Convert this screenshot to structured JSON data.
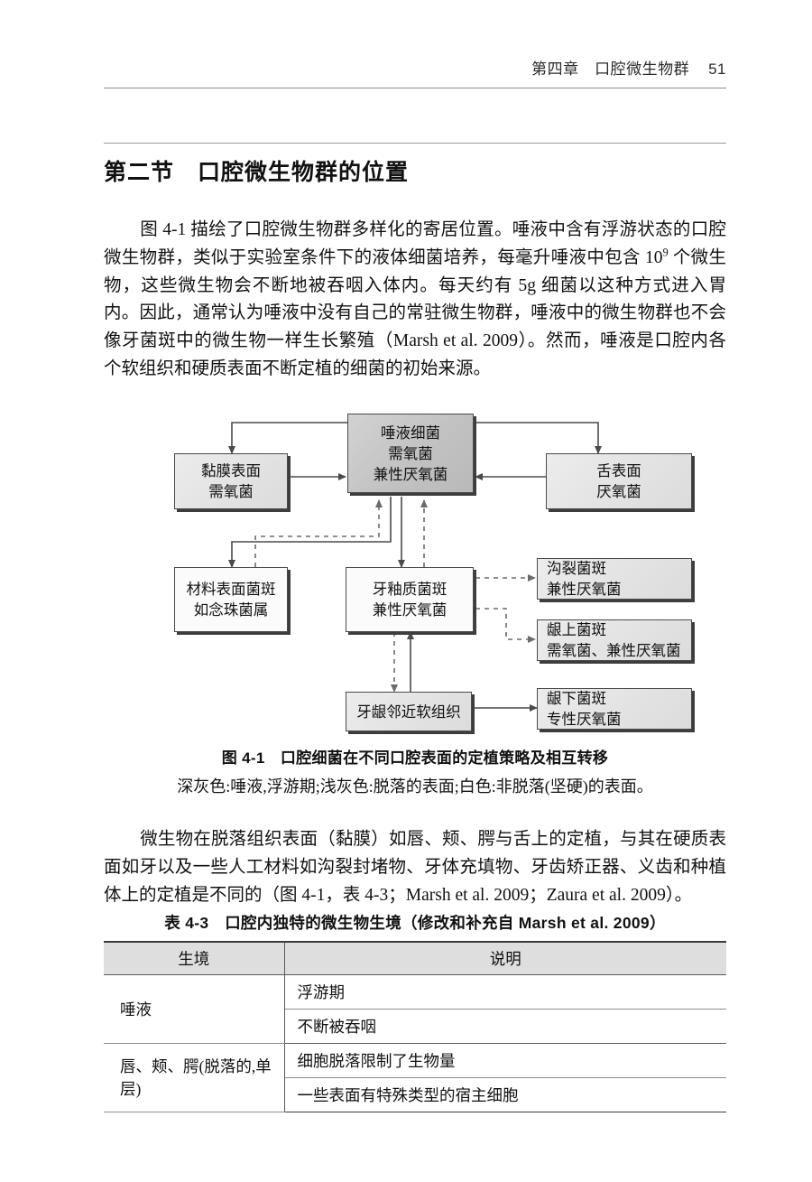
{
  "header": {
    "chapter": "第四章　口腔微生物群",
    "page_number": "51"
  },
  "section": {
    "title": "第二节　口腔微生物群的位置"
  },
  "paragraphs": {
    "p1_before_sup": "图 4-1 描绘了口腔微生物群多样化的寄居位置。唾液中含有浮游状态的口腔微生物群，类似于实验室条件下的液体细菌培养，每毫升唾液中包含 10",
    "p1_sup": "9",
    "p1_after_sup": " 个微生物，这些微生物会不断地被吞咽入体内。每天约有 5g 细菌以这种方式进入胃内。因此，通常认为唾液中没有自己的常驻微生物群，唾液中的微生物群也不会像牙菌斑中的微生物一样生长繁殖（Marsh et al. 2009）。然而，唾液是口腔内各个软组织和硬质表面不断定植的细菌的初始来源。",
    "p2": "微生物在脱落组织表面（黏膜）如唇、颊、腭与舌上的定植，与其在硬质表面如牙以及一些人工材料如沟裂封堵物、牙体充填物、牙齿矫正器、义齿和种植体上的定植是不同的（图 4-1，表 4-3；Marsh et al. 2009；Zaura et al. 2009）。"
  },
  "figure": {
    "caption_main": "图 4-1　口腔细菌在不同口腔表面的定植策略及相互转移",
    "caption_sub": "深灰色:唾液,浮游期;浅灰色:脱落的表面;白色:非脱落(坚硬)的表面。",
    "nodes": {
      "saliva": {
        "line1": "唾液细菌",
        "line2": "需氧菌",
        "line3": "兼性厌氧菌",
        "shade": "darkgray"
      },
      "mucosa": {
        "line1": "黏膜表面",
        "line2": "需氧菌",
        "shade": "lightgray"
      },
      "tongue": {
        "line1": "舌表面",
        "line2": "厌氧菌",
        "shade": "lightgray"
      },
      "material": {
        "line1": "材料表面菌斑",
        "line2": "如念珠菌属",
        "shade": "white"
      },
      "enamel": {
        "line1": "牙釉质菌斑",
        "line2": "兼性厌氧菌",
        "shade": "white"
      },
      "fissure": {
        "line1": "沟裂菌斑",
        "line2": "兼性厌氧菌",
        "shade": "lightgray"
      },
      "supragingival": {
        "line1": "龈上菌斑",
        "line2": "需氧菌、兼性厌氧菌",
        "shade": "lightgray"
      },
      "gingival_tissue": {
        "line1": "牙龈邻近软组织",
        "shade": "lightgray"
      },
      "subgingival": {
        "line1": "龈下菌斑",
        "line2": "专性厌氧菌",
        "shade": "lightgray"
      }
    }
  },
  "table": {
    "title": "表 4-3　口腔内独特的微生物生境（修改和补充自 Marsh et al. 2009）",
    "columns": [
      "生境",
      "说明"
    ],
    "rows": [
      {
        "habitat": "唾液",
        "descriptions": [
          "浮游期",
          "不断被吞咽"
        ]
      },
      {
        "habitat": "唇、颊、腭(脱落的,单层)",
        "descriptions": [
          "细胞脱落限制了生物量",
          "一些表面有特殊类型的宿主细胞"
        ]
      }
    ]
  }
}
